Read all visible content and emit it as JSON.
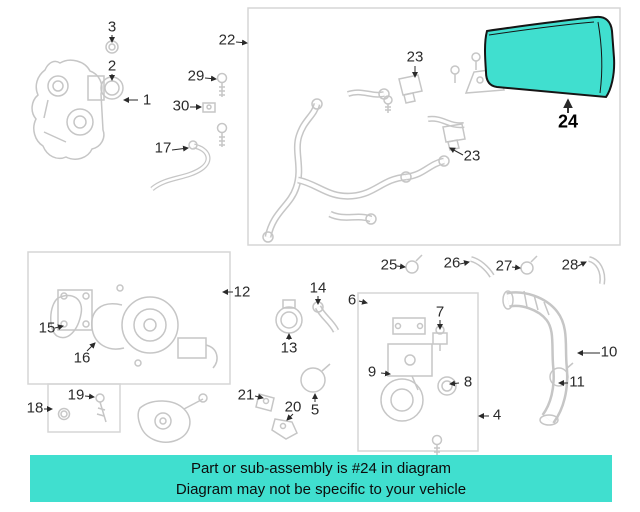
{
  "colors": {
    "highlight_teal": "#40dfcf",
    "line_art": "#c6c6c6"
  },
  "banner": {
    "line1": "Part or sub-assembly is #24 in diagram",
    "line2": "Diagram may not be specific to your vehicle"
  },
  "highlighted_part": {
    "number": "24",
    "color": "#40dfcf"
  },
  "callouts": {
    "c1": "1",
    "c2": "2",
    "c3": "3",
    "c4": "4",
    "c5": "5",
    "c6": "6",
    "c7": "7",
    "c8": "8",
    "c9": "9",
    "c10": "10",
    "c11": "11",
    "c12": "12",
    "c13": "13",
    "c14": "14",
    "c15": "15",
    "c16": "16",
    "c17": "17",
    "c18": "18",
    "c19": "19",
    "c20": "20",
    "c21": "21",
    "c22": "22",
    "c23a": "23",
    "c23b": "23",
    "c24": "24",
    "c25": "25",
    "c26": "26",
    "c27": "27",
    "c28": "28",
    "c29": "29",
    "c30": "30"
  }
}
